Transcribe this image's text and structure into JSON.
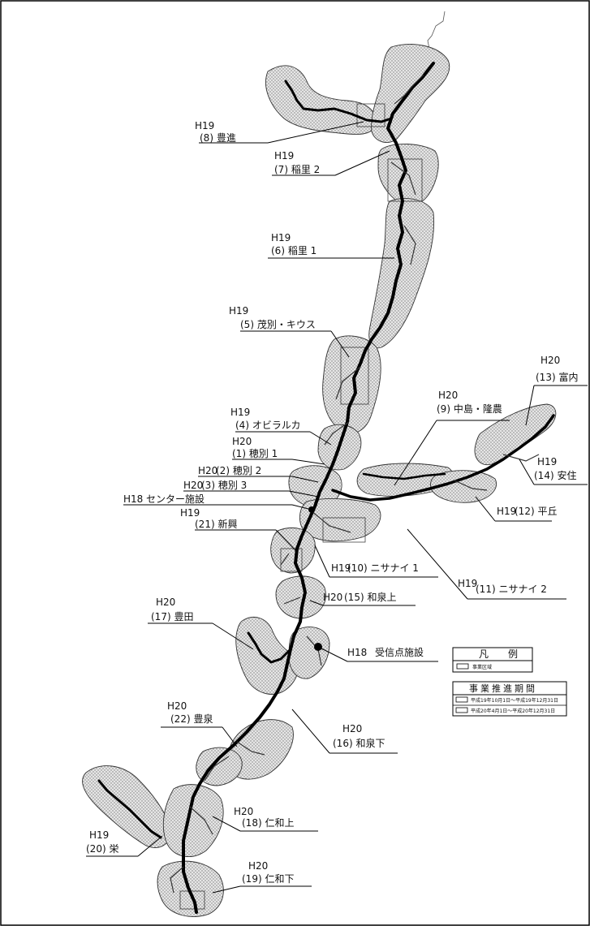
{
  "labels": [
    {
      "era": "H19",
      "name": "(8) 豊進"
    },
    {
      "era": "H19",
      "name": "(7) 稲里 2"
    },
    {
      "era": "H19",
      "name": "(6) 稲里 1"
    },
    {
      "era": "H19",
      "name": "(5) 茂別・キウス"
    },
    {
      "era": "H19",
      "name": "(4) オビラルカ"
    },
    {
      "era": "H20",
      "name": "(1) 穂別 1"
    },
    {
      "era": "H20",
      "name": "(2) 穂別 2"
    },
    {
      "era": "H20",
      "name": "(3) 穂別 3"
    },
    {
      "era": "H18",
      "name": "センター施設"
    },
    {
      "era": "H19",
      "name": "(21) 新興"
    },
    {
      "era": "H20",
      "name": "(9) 中島・隆農"
    },
    {
      "era": "H20",
      "name": "(13) 富内"
    },
    {
      "era": "H19",
      "name": "(14) 安住"
    },
    {
      "era": "H19",
      "name": "(12) 平丘"
    },
    {
      "era": "H19",
      "name": "(10) ニサナイ 1"
    },
    {
      "era": "H19",
      "name": "(11) ニサナイ 2"
    },
    {
      "era": "H20",
      "name": "(15) 和泉上"
    },
    {
      "era": "H20",
      "name": "(17) 豊田"
    },
    {
      "era": "H18",
      "name": "受信点施設"
    },
    {
      "era": "H20",
      "name": "(22) 豊泉"
    },
    {
      "era": "H20",
      "name": "(16) 和泉下"
    },
    {
      "era": "H20",
      "name": "(18) 仁和上"
    },
    {
      "era": "H19",
      "name": "(20) 栄"
    },
    {
      "era": "H20",
      "name": "(19) 仁和下"
    }
  ],
  "legend": {
    "title": "凡　　例",
    "item": "事業区域"
  },
  "period": {
    "title": "事業推進期間",
    "item1": "平成19年10月1日～平成19年12月31日",
    "item2": "平成20年4月1日～平成20年12月31日"
  }
}
